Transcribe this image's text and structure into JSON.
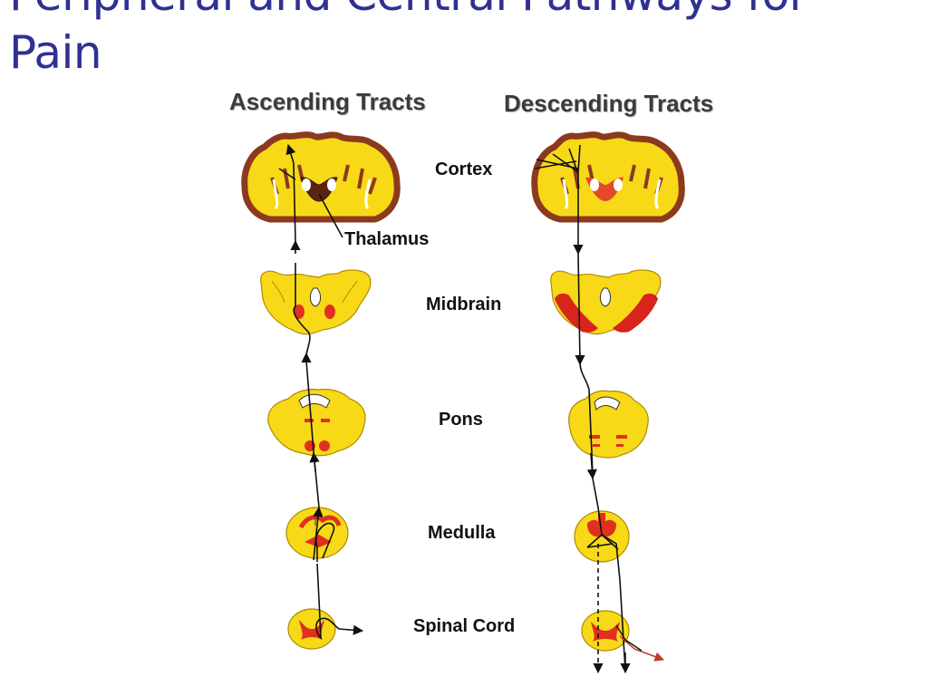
{
  "slide": {
    "title_lines": [
      "Peripheral and Central Pathways for",
      "Pain"
    ]
  },
  "columns": {
    "ascending": "Ascending Tracts",
    "descending": "Descending Tracts"
  },
  "levels": {
    "cortex": "Cortex",
    "thalamus": "Thalamus",
    "midbrain": "Midbrain",
    "pons": "Pons",
    "medulla": "Medulla",
    "spinal_cord": "Spinal Cord"
  },
  "colors": {
    "title": "#2e3192",
    "tissue_yellow": "#f7d917",
    "cortex_brown": "#8b3a1e",
    "tract_red": "#e0301e",
    "line": "#111111"
  }
}
